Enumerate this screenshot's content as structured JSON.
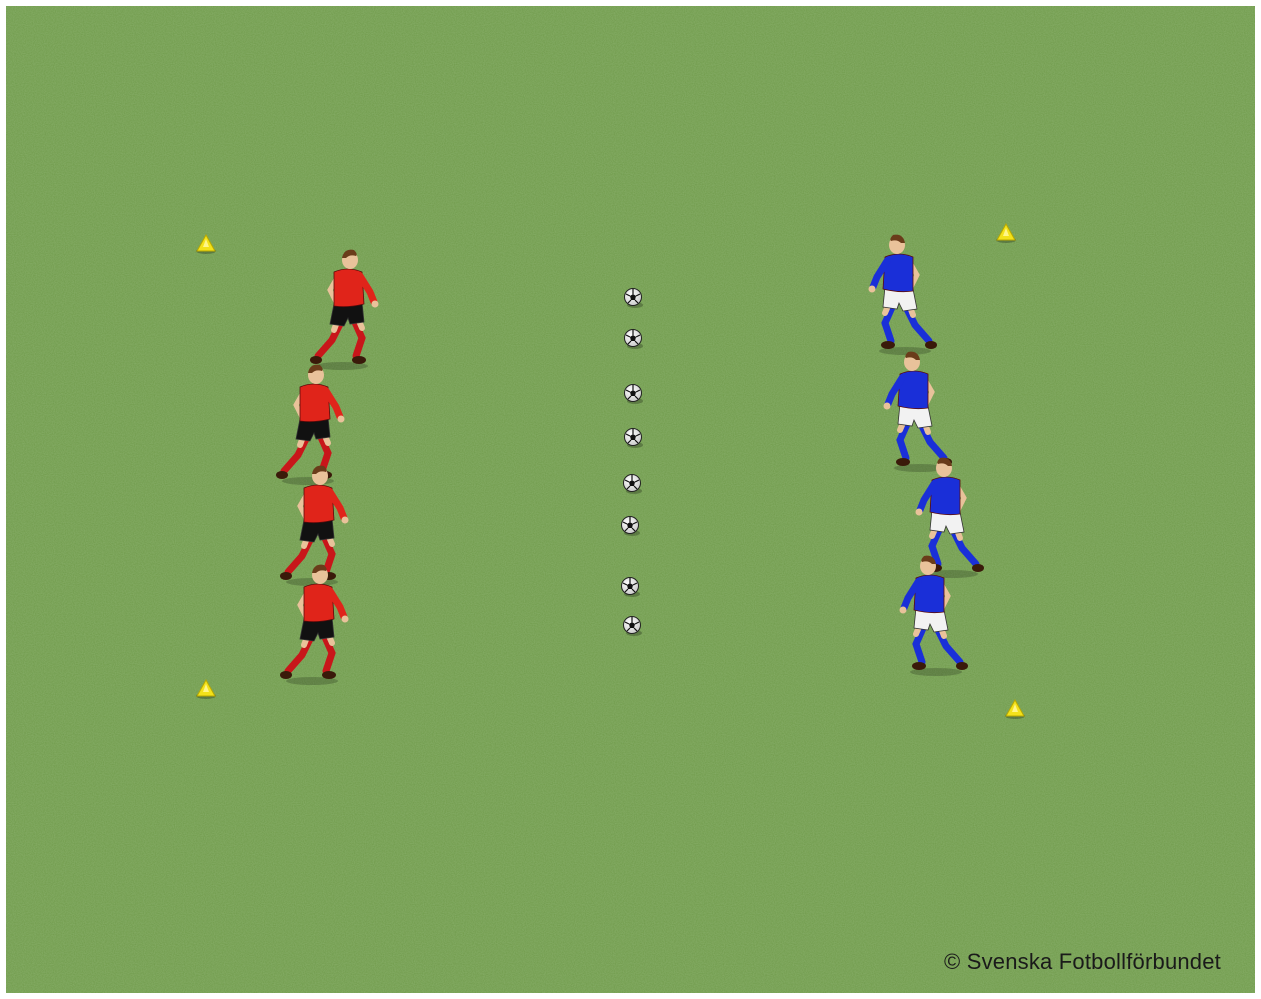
{
  "diagram": {
    "field_color": "#6f9a4a",
    "frame_color": "#ffffff",
    "credit": "© Svenska Fotbollförbundet",
    "cones": {
      "count": 4,
      "color": "#f3e21a"
    },
    "balls": {
      "count": 8,
      "color": "#ffffff"
    },
    "teams": [
      {
        "name": "red-team",
        "count": 4,
        "shirt": "#e0241a",
        "shorts": "#111111",
        "socks": "#c8161a",
        "facing": "right"
      },
      {
        "name": "blue-team",
        "count": 4,
        "shirt": "#1a2fd8",
        "shorts": "#f2f2f2",
        "socks": "#1a2fd8",
        "facing": "left"
      }
    ]
  }
}
